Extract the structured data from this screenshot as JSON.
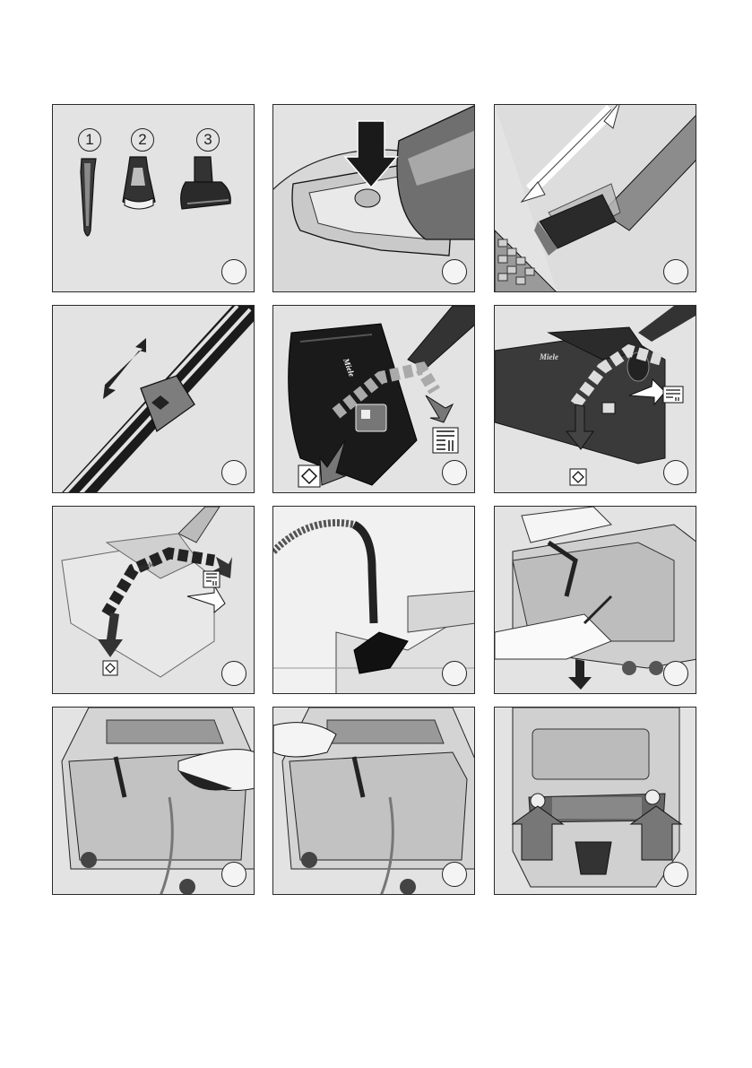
{
  "accessories": [
    {
      "number": "1"
    },
    {
      "number": "2"
    },
    {
      "number": "3"
    }
  ],
  "brand": "Miele",
  "icons": {
    "hard_floor": "parquet-symbol",
    "carpet": "diamond-carpet-symbol"
  }
}
